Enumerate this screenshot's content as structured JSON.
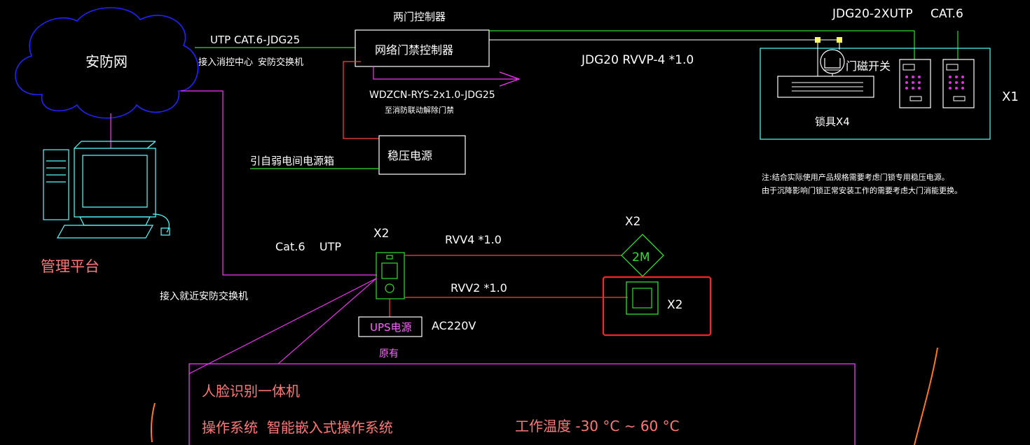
{
  "labels": {
    "cloud": "安防网",
    "two_door_controller": "两门控制器",
    "utp_cat6_jdg25": "UTP CAT.6-JDG25",
    "connect_fire_center": "接入消控中心",
    "security_switch": "安防交换机",
    "network_controller": "网络门禁控制器",
    "jdg20_2xutp": "JDG20-2XUTP",
    "cat6_top": "CAT.6",
    "jdg20_rvvp": "JDG20 RVVP-4 *1.0",
    "door_magnet": "门磁开关",
    "lock_x4": "锁具X4",
    "x1": "X1",
    "wdzcn": "WDZCN-RYS-2x1.0-JDG25",
    "fire_linkage": "至消防联动解除门禁",
    "stabilized_power": "稳压电源",
    "weak_power_box": "引自弱电间电源箱",
    "note_1": "注:结合实际使用产品规格需要考虑门锁专用稳压电源。",
    "note_2": "由于沉降影响门锁正常安装工作的需要考虑大门消能更换。",
    "management_platform": "管理平台",
    "cat6_utp": "Cat.6    UTP",
    "x2_reader": "X2",
    "rvv4": "RVV4 *1.0",
    "x2_lock": "X2",
    "lock_2m": "2M",
    "rvv2": "RVV2 *1.0",
    "x2_button": "X2",
    "nearby_switch": "接入就近安防交换机",
    "ups": "UPS电源",
    "ac220v": "AC220V",
    "existing": "原有",
    "face_terminal": "人脸识别一体机",
    "os_line": "操作系统  智能嵌入式操作系统",
    "temp_line": "工作温度 -30 °C ~ 60 °C"
  },
  "colors": {
    "background": "#000000",
    "text": "#ffffff",
    "green_line": "#33dd33",
    "magenta": "#ff33ff",
    "red_line": "#ff4444",
    "cloud_blue": "#2222ff",
    "cyan": "#55ffff",
    "highlight": "#ff2222",
    "orange": "#ff7722",
    "salmon": "#ff7777"
  }
}
